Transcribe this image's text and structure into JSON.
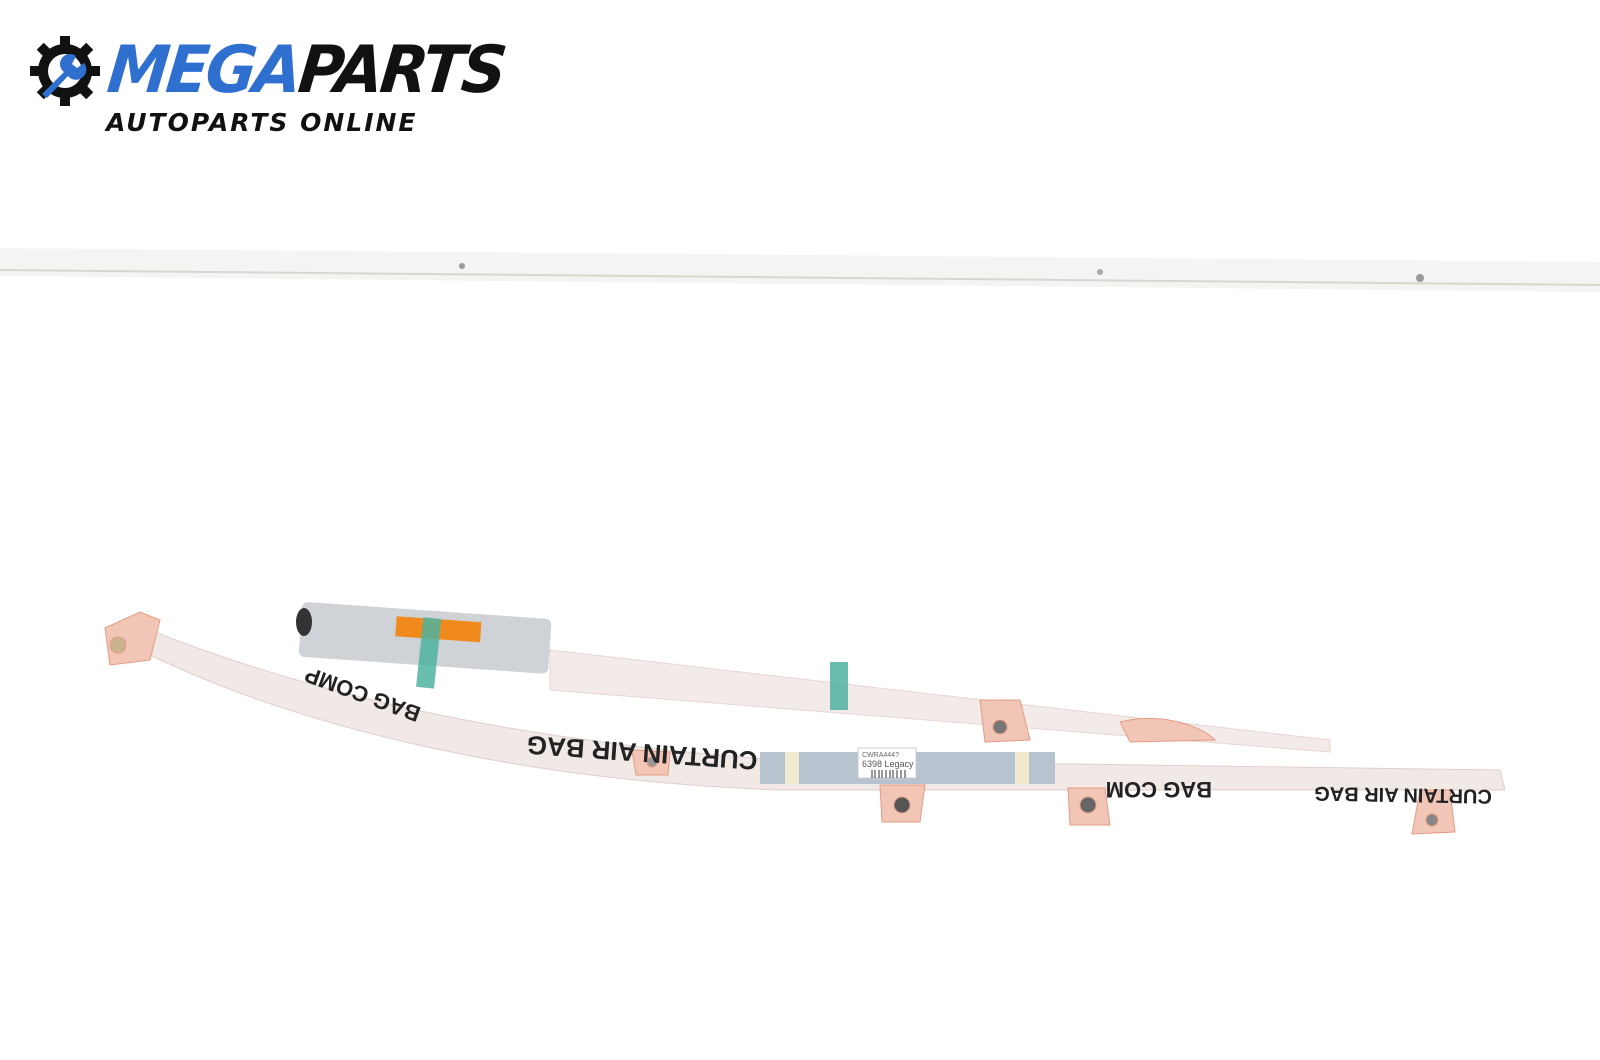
{
  "logo": {
    "brand_first": "MEGA",
    "brand_second": "PARTS",
    "tagline": "AUTOPARTS ONLINE",
    "colors": {
      "blue": "#2f6fd0",
      "black": "#111111"
    }
  },
  "product": {
    "print_main": "CURTAIN AIR BAG",
    "print_comp_left": "BAG COMP",
    "print_comp_right": "BAG COM",
    "print_right": "CURTAIN AIR BAG",
    "label_line1": "CWRA444?",
    "label_line2": "6398 Legacy"
  }
}
